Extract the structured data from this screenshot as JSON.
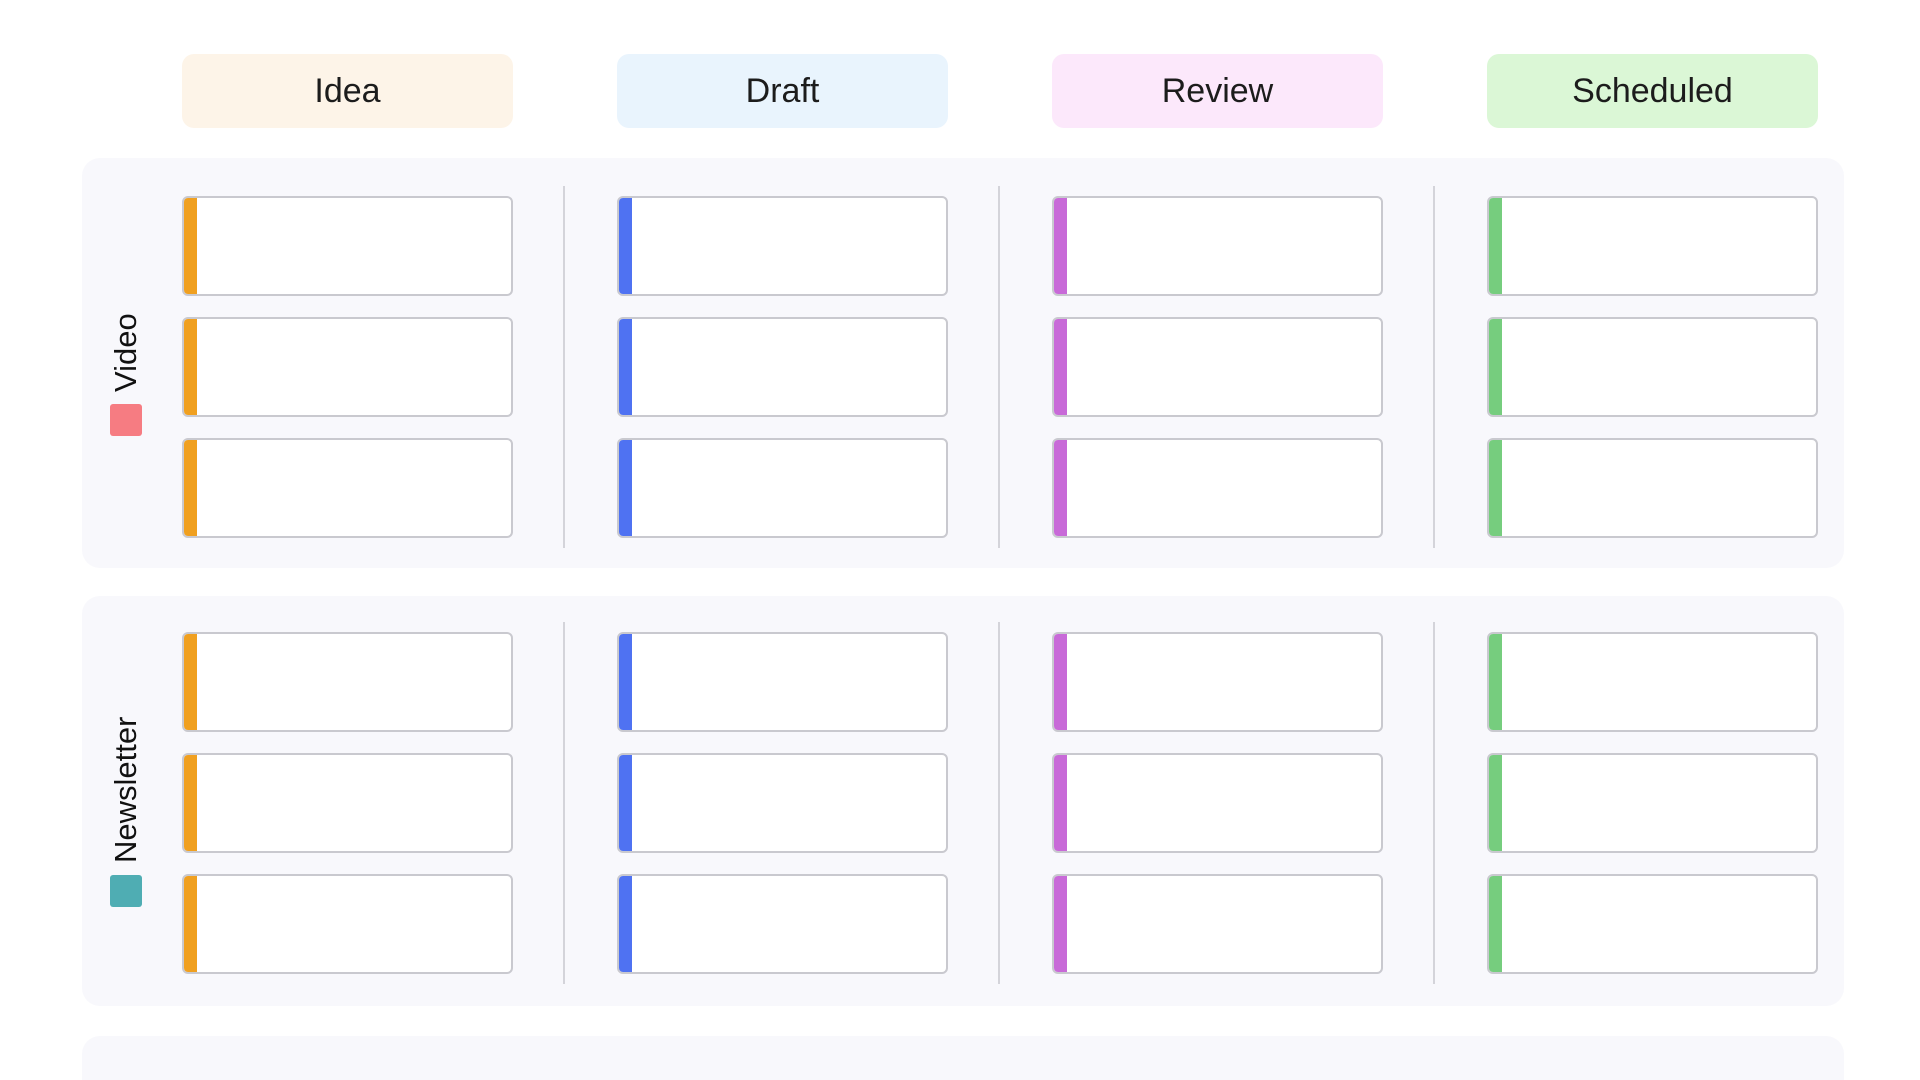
{
  "columns": [
    {
      "label": "Idea",
      "bg": "#fdf4e8",
      "accent": "#f0a020"
    },
    {
      "label": "Draft",
      "bg": "#e9f4fd",
      "accent": "#4f72f2"
    },
    {
      "label": "Review",
      "bg": "#fce8fb",
      "accent": "#c86ad8"
    },
    {
      "label": "Scheduled",
      "bg": "#dbf7d6",
      "accent": "#76cd7e"
    }
  ],
  "lanes": [
    {
      "name": "Video",
      "color": "#f67c82",
      "cards_per_column": 3
    },
    {
      "name": "Newsletter",
      "color": "#4fadb3",
      "cards_per_column": 3
    },
    {
      "name": "",
      "color": "",
      "cards_per_column": 0
    }
  ]
}
